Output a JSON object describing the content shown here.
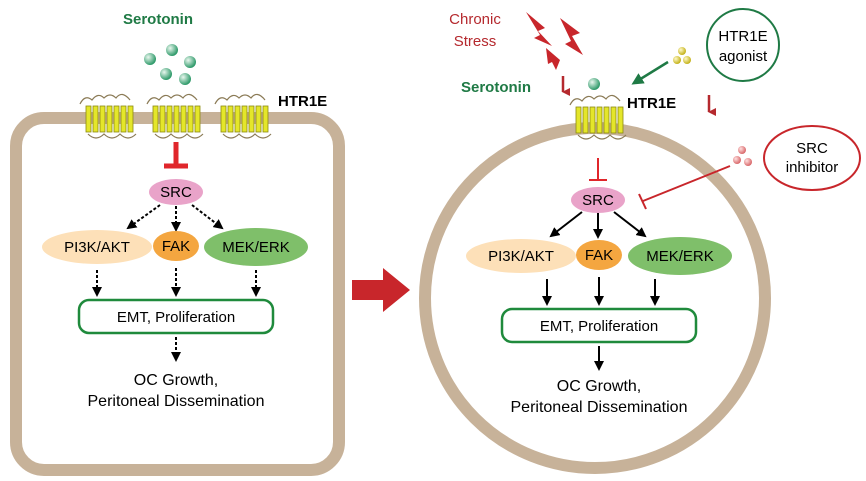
{
  "left_panel": {
    "ligand_label": "Serotonin",
    "receptor_label": "HTR1E",
    "src_label": "SRC",
    "pi3k_label": "PI3K/AKT",
    "fak_label": "FAK",
    "mek_label": "MEK/ERK",
    "emt_label": "EMT, Proliferation",
    "outcome_line1": "OC Growth,",
    "outcome_line2": "Peritoneal Dissemination"
  },
  "right_panel": {
    "stress_line1": "Chronic",
    "stress_line2": "Stress",
    "ligand_label": "Serotonin",
    "receptor_label": "HTR1E",
    "agonist_line1": "HTR1E",
    "agonist_line2": "agonist",
    "inhibitor_line1": "SRC",
    "inhibitor_line2": "inhibitor",
    "src_label": "SRC",
    "pi3k_label": "PI3K/AKT",
    "fak_label": "FAK",
    "mek_label": "MEK/ERK",
    "emt_label": "EMT, Proliferation",
    "outcome_line1": "OC Growth,",
    "outcome_line2": "Peritoneal Dissemination"
  },
  "colors": {
    "membrane": "#c7b299",
    "receptor": "#e4e62a",
    "serotonin_text": "#1f7a45",
    "src_fill": "#e9a3c9",
    "pi3k_fill": "#fde0b8",
    "fak_fill": "#f4a640",
    "mek_fill": "#7fbf6a",
    "emt_border": "#1f8a3c",
    "inhibit_red": "#e0262b",
    "stress_red": "#b5292e",
    "transition_arrow": "#c8262b"
  }
}
